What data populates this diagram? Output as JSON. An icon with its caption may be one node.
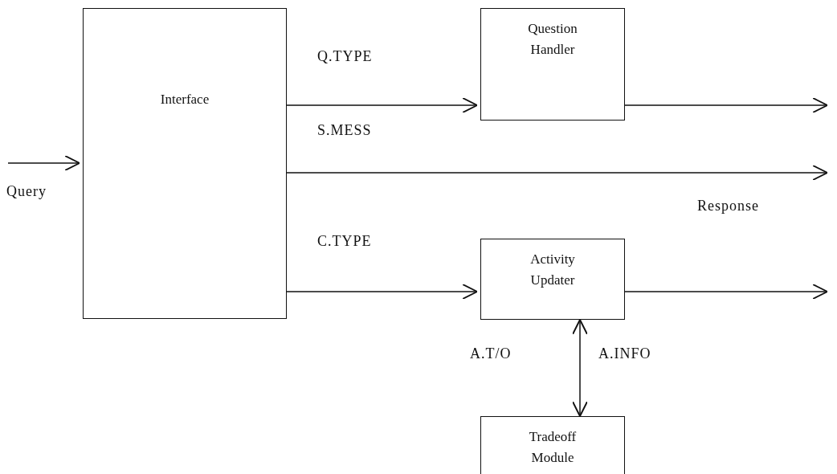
{
  "diagram": {
    "nodes": [
      {
        "text": [
          "Interface"
        ]
      },
      {
        "text": [
          "Question Handler"
        ]
      },
      {
        "text": [
          "Activity Updater"
        ]
      },
      {
        "text": [
          "Tradeoff Module"
        ]
      }
    ],
    "edges": [
      {
        "from": null,
        "to": 0,
        "arrow": "to",
        "label": "Query"
      },
      {
        "from": 0,
        "to": 1,
        "arrow": "to",
        "label": "Q.TYPE"
      },
      {
        "from": 0,
        "to": null,
        "arrow": "to",
        "label": "S.MESS"
      },
      {
        "from": 1,
        "to": null,
        "arrow": "to"
      },
      {
        "from": 0,
        "to": 2,
        "arrow": "to",
        "label": "C.TYPE"
      },
      {
        "from": 2,
        "to": null,
        "arrow": "to"
      },
      {
        "from": 2,
        "to": 3,
        "arrow": "both",
        "label": "A.T/O"
      }
    ],
    "labels": [
      "Response",
      "A.INFO"
    ]
  }
}
